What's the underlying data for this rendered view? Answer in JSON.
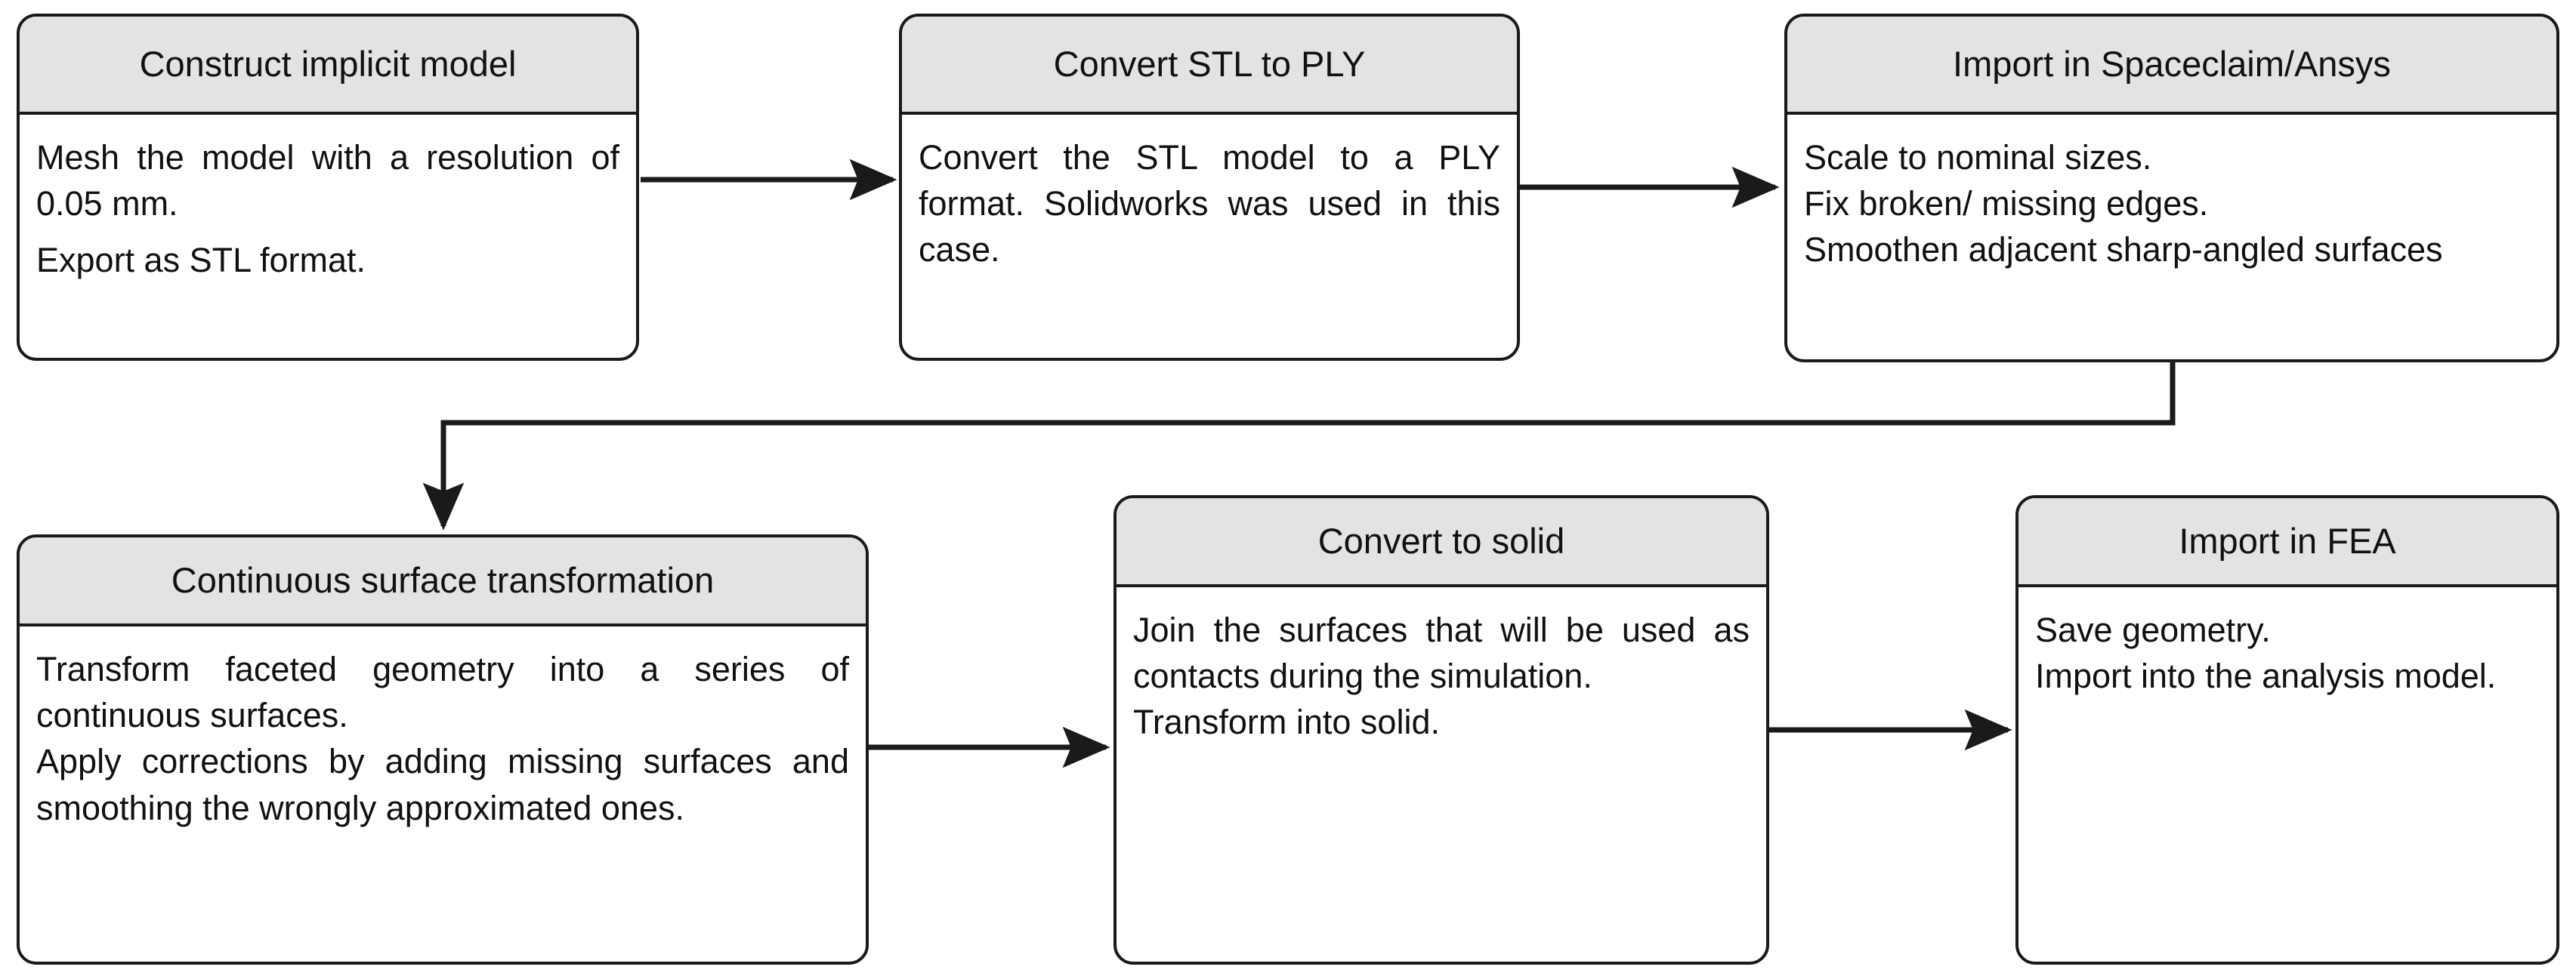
{
  "diagram": {
    "type": "flowchart",
    "title": "",
    "background_color": "#ffffff",
    "node_header_color": "#e3e3e3",
    "node_body_color": "#ffffff",
    "border_color": "#1a1a1a",
    "text_color": "#111111",
    "nodes": [
      {
        "id": "construct-implicit-model",
        "header": "Construct implicit model",
        "lines": [
          "Mesh the model with a resolution of 0.05 mm.",
          "Export as STL format."
        ]
      },
      {
        "id": "convert-stl-to-ply",
        "header": "Convert STL to PLY",
        "lines": [
          "Convert the STL model to a PLY format. Solidworks was used in this case."
        ]
      },
      {
        "id": "import-in-spaceclaim-ansys",
        "header": "Import in Spaceclaim/Ansys",
        "lines": [
          "Scale to nominal sizes.",
          "Fix broken/ missing edges.",
          "Smoothen adjacent sharp-angled surfaces"
        ]
      },
      {
        "id": "continuous-surface-transformation",
        "header": "Continuous surface transformation",
        "lines": [
          "Transform faceted geometry into a series of continuous surfaces.",
          "Apply corrections by adding  missing surfaces and smoothing the wrongly approximated ones."
        ]
      },
      {
        "id": "convert-to-solid",
        "header": "Convert to solid",
        "lines": [
          "Join the surfaces that will be used as contacts during the simulation.",
          "Transform into solid."
        ]
      },
      {
        "id": "import-in-fea",
        "header": "Import in FEA",
        "lines": [
          "Save geometry.",
          "Import into the analysis model."
        ]
      }
    ],
    "edges": [
      {
        "id": "edge-1",
        "from": "construct-implicit-model",
        "to": "convert-stl-to-ply",
        "style": "straight-arrow"
      },
      {
        "id": "edge-2",
        "from": "convert-stl-to-ply",
        "to": "import-in-spaceclaim-ansys",
        "style": "straight-arrow"
      },
      {
        "id": "edge-3",
        "from": "import-in-spaceclaim-ansys",
        "to": "continuous-surface-transformation",
        "style": "elbow-arrow"
      },
      {
        "id": "edge-4",
        "from": "continuous-surface-transformation",
        "to": "convert-to-solid",
        "style": "straight-arrow"
      },
      {
        "id": "edge-5",
        "from": "convert-to-solid",
        "to": "import-in-fea",
        "style": "straight-arrow"
      }
    ]
  }
}
